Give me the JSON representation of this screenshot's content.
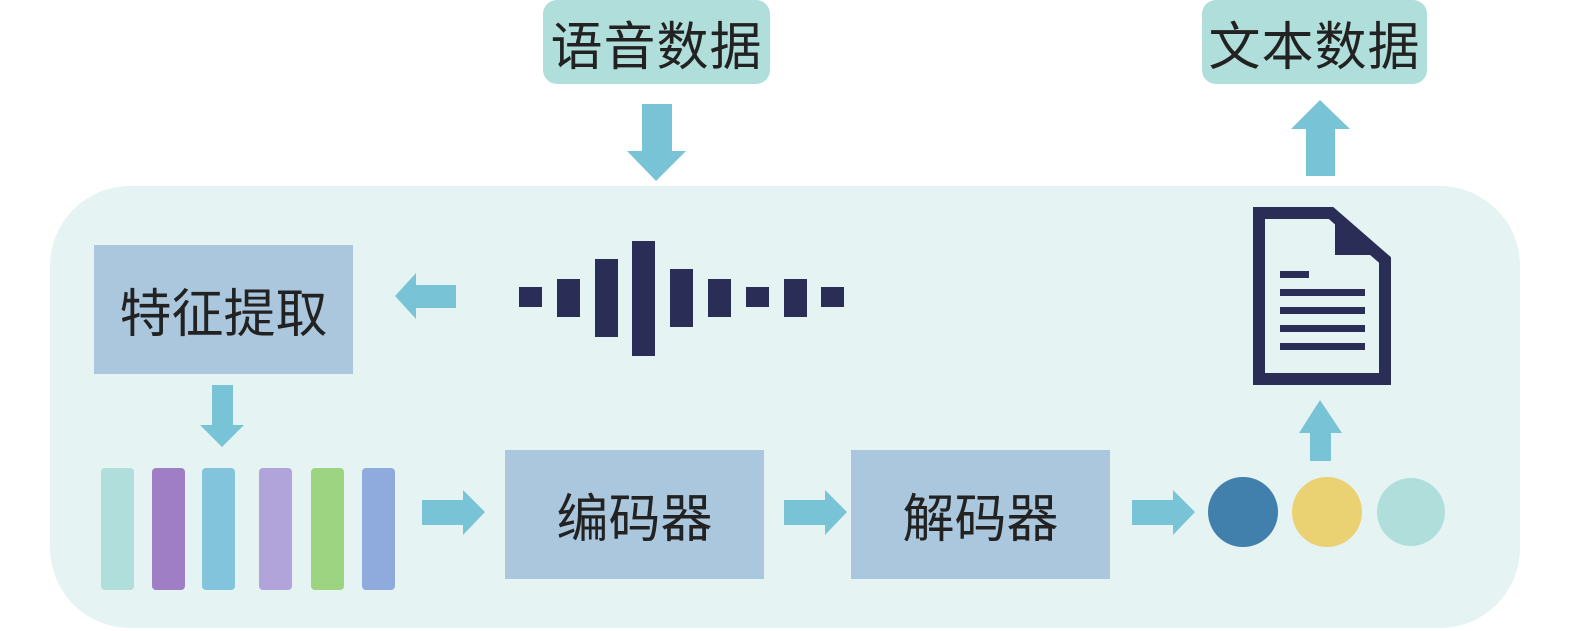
{
  "inputs": {
    "speech_data": "语音数据",
    "text_data": "文本数据"
  },
  "steps": {
    "feature_extraction": "特征提取",
    "encoder": "编码器",
    "decoder": "解码器"
  },
  "colors": {
    "panel": "#e5f3f3",
    "io_box": "#b0dedb",
    "step_box": "#abc7dd",
    "arrow": "#79c3d6",
    "icon_dark": "#2a2d55",
    "feature_bars": [
      "#b0dedb",
      "#9f7ec6",
      "#82c4db",
      "#b1a4db",
      "#9dd482",
      "#8fabde"
    ],
    "output_dots": [
      "#417fad",
      "#ead273",
      "#b0dedb"
    ]
  },
  "icons": {
    "waveform": "waveform-icon",
    "document": "document-icon"
  }
}
